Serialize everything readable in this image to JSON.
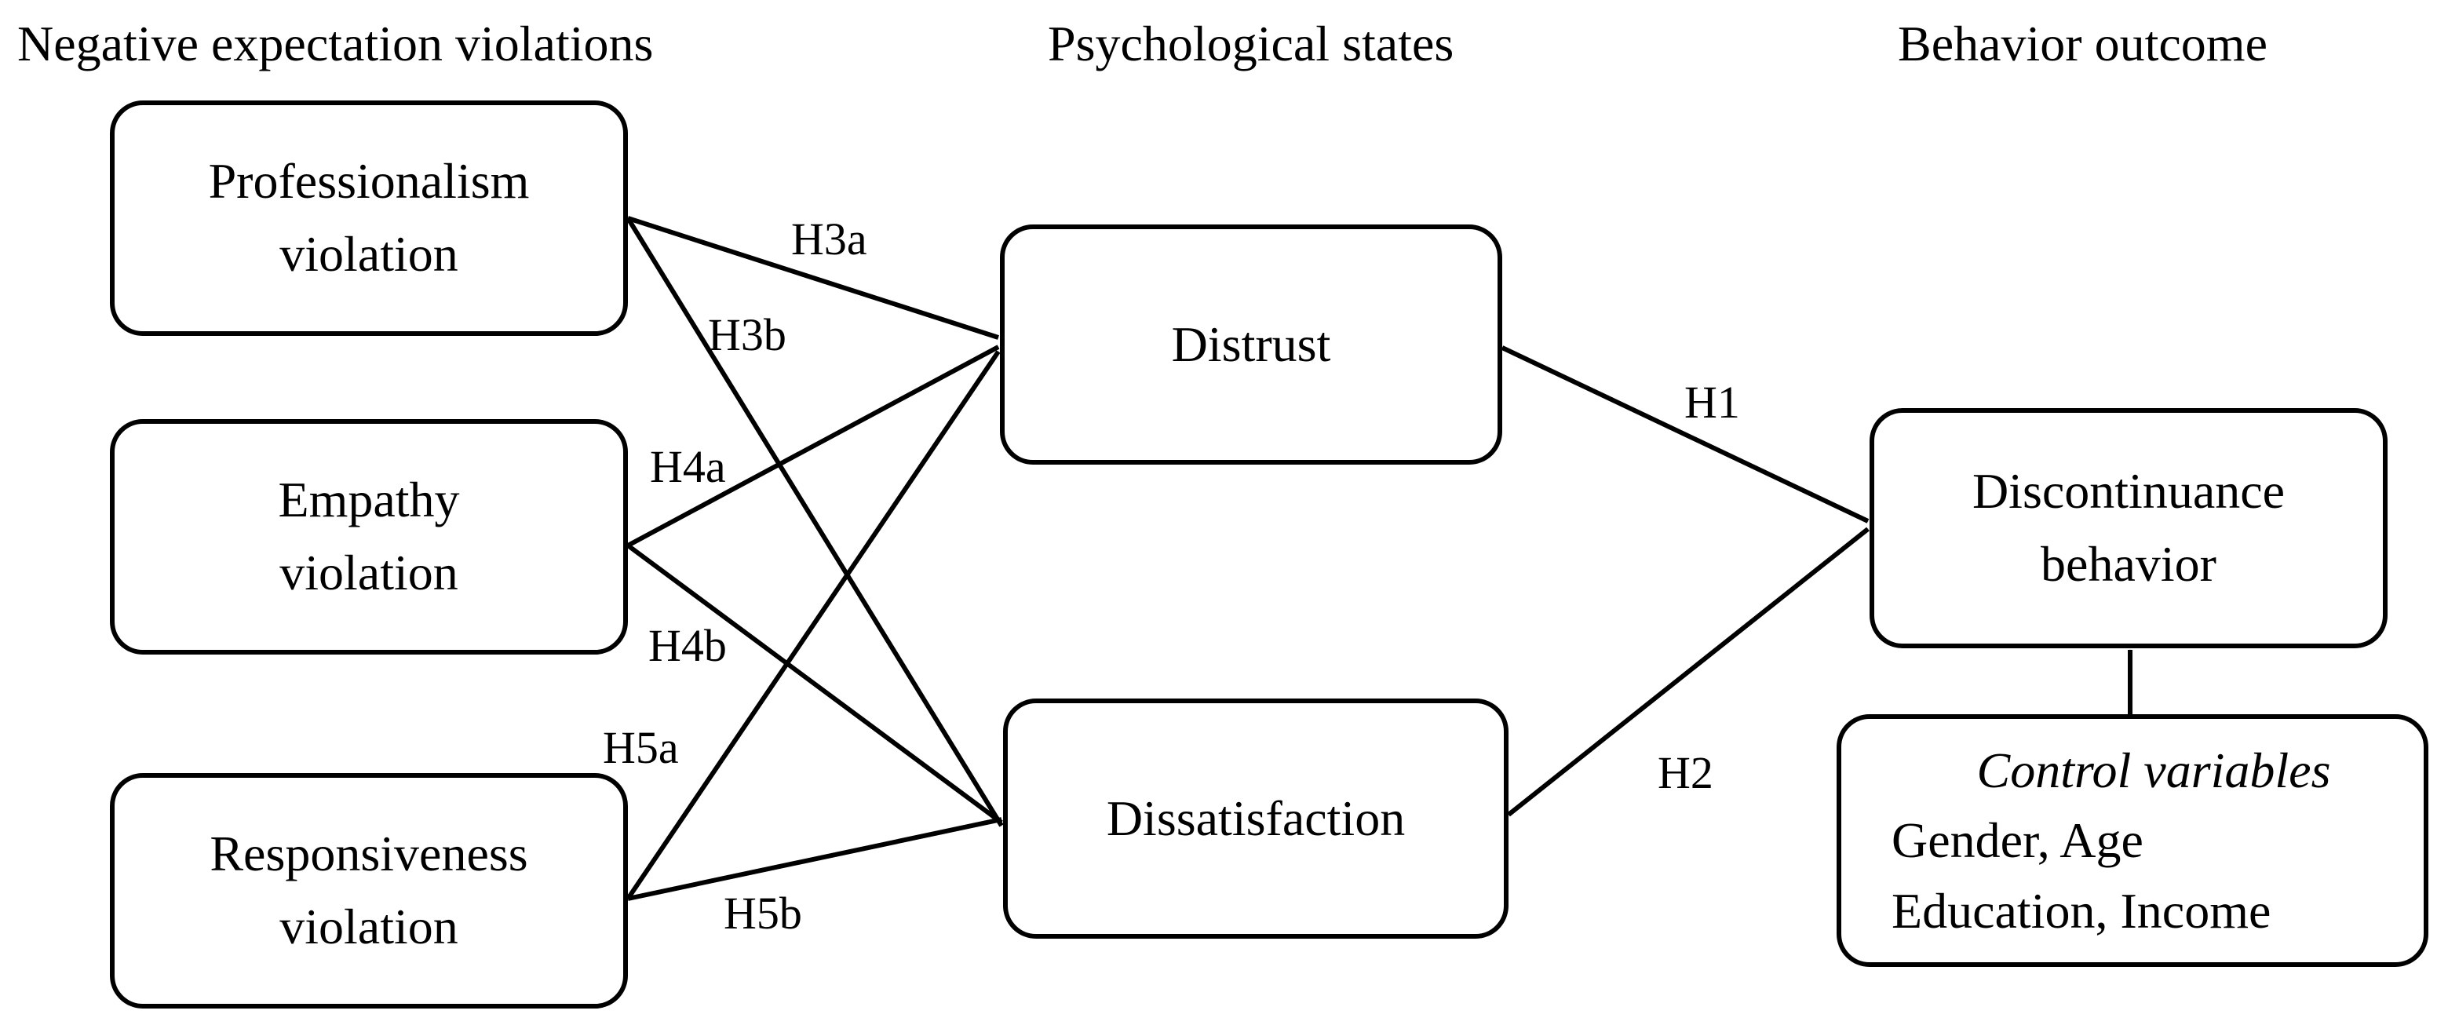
{
  "headers": {
    "left": "Negative expectation violations",
    "middle": "Psychological states",
    "right": "Behavior outcome"
  },
  "boxes": {
    "professionalism": [
      "Professionalism",
      "violation"
    ],
    "empathy": [
      "Empathy",
      "violation"
    ],
    "responsiveness": [
      "Responsiveness",
      "violation"
    ],
    "distrust": "Distrust",
    "dissatisfaction": "Dissatisfaction",
    "discontinuance": [
      "Discontinuance",
      "behavior"
    ],
    "controls": {
      "title": "Control variables",
      "lines": [
        "Gender, Age",
        "Education, Income"
      ]
    }
  },
  "hypotheses": {
    "h3a": "H3a",
    "h3b": "H3b",
    "h4a": "H4a",
    "h4b": "H4b",
    "h5a": "H5a",
    "h5b": "H5b",
    "h1": "H1",
    "h2": "H2"
  }
}
